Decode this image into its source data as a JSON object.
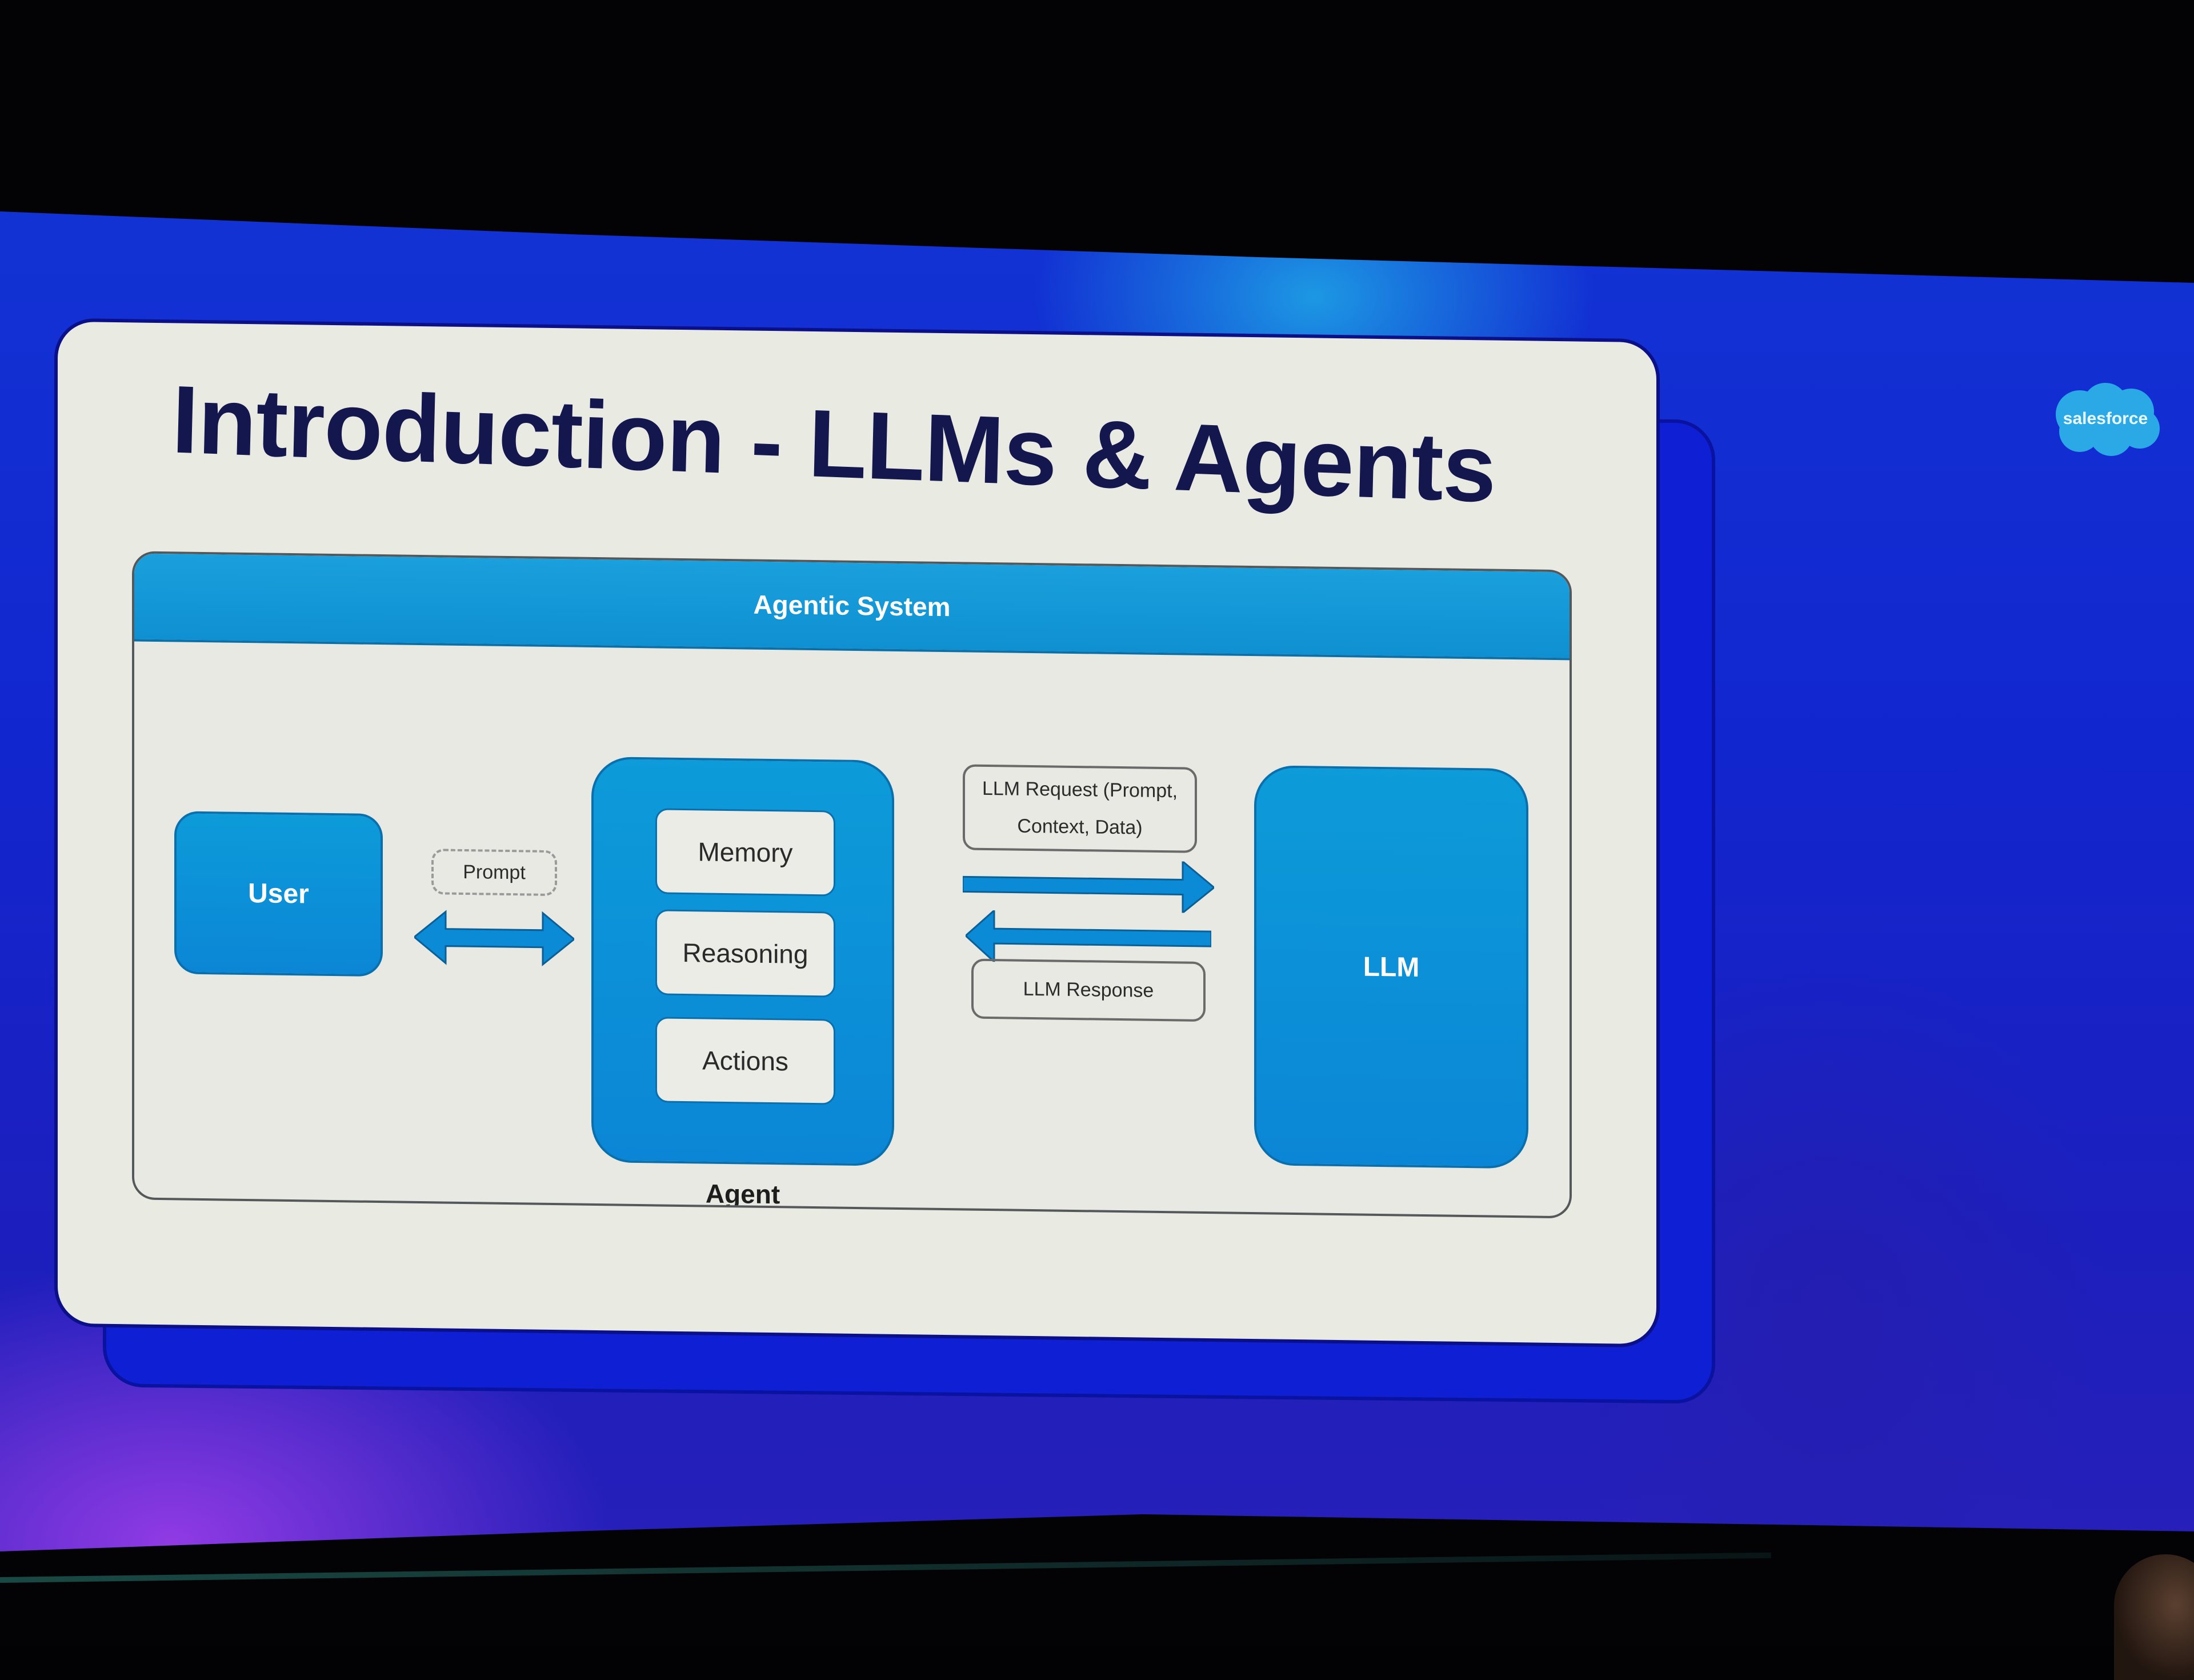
{
  "slide": {
    "title": "Introduction - LLMs & Agents",
    "brand_logo": "salesforce",
    "colors": {
      "slide_bg": "#1226cf",
      "card_bg": "#e9eae2",
      "title_text": "#14164e",
      "diagram_blue": "#0b8dd6",
      "accent_purple": "#963ce6"
    }
  },
  "diagram": {
    "system_label": "Agentic System",
    "user": {
      "label": "User"
    },
    "prompt": {
      "label": "Prompt",
      "arrow": "bidirectional-arrow"
    },
    "agent": {
      "label": "Agent",
      "components": [
        "Memory",
        "Reasoning",
        "Actions"
      ]
    },
    "llm_request": {
      "label_line1": "LLM Request (Prompt,",
      "label_line2": "Context, Data)",
      "arrow": "right-arrow"
    },
    "llm_response": {
      "label": "LLM Response",
      "arrow": "left-arrow"
    },
    "llm": {
      "label": "LLM"
    },
    "nodes": [
      {
        "id": "user",
        "label": "User"
      },
      {
        "id": "agent",
        "label": "Agent"
      },
      {
        "id": "llm",
        "label": "LLM"
      }
    ],
    "edges": [
      {
        "from": "user",
        "to": "agent",
        "label": "Prompt",
        "direction": "both"
      },
      {
        "from": "agent",
        "to": "llm",
        "label": "LLM Request (Prompt, Context, Data)",
        "direction": "forward"
      },
      {
        "from": "llm",
        "to": "agent",
        "label": "LLM Response",
        "direction": "forward"
      }
    ]
  }
}
